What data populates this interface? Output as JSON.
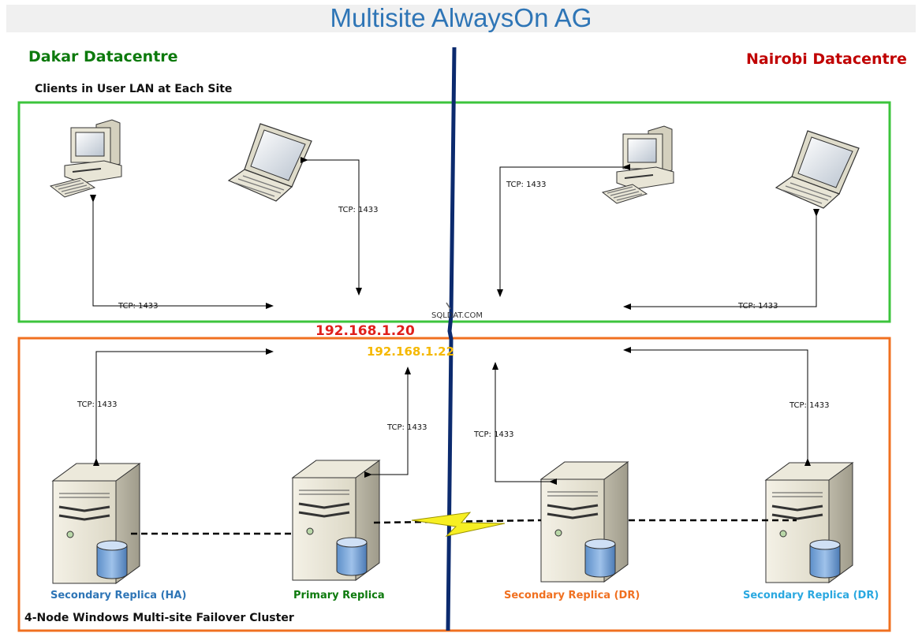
{
  "title": "Multisite AlwaysOn AG",
  "sites": {
    "left": "Dakar Datacentre",
    "right": "Nairobi Datacentre"
  },
  "clients_label": "Clients in User LAN at Each Site",
  "cluster_label": "4-Node Windows Multi-site Failover Cluster",
  "tcp_label": "TCP: 1433",
  "listener_ips": {
    "primary": "192.168.1.20",
    "secondary": "192.168.1.22"
  },
  "watermark": "SQLDAT.COM",
  "replicas": {
    "secondary_ha": "Secondary Replica (HA)",
    "primary": "Primary Replica",
    "secondary_dr_1": "Secondary Replica (DR)",
    "secondary_dr_2": "Secondary Replica (DR)"
  },
  "colors": {
    "title": "#2e75b6",
    "site_left": "#0d7a0d",
    "site_right": "#c00000",
    "client_box": "#3cc43c",
    "cluster_box": "#f07020",
    "divider": "#0b2a6e",
    "ip_primary": "#e0201c",
    "ip_secondary": "#f5b800",
    "replica_ha": "#2e75b6",
    "replica_primary": "#0d7a0d",
    "replica_dr_1": "#f07020",
    "replica_dr_2": "#2aa8e0"
  },
  "icons": [
    "desktop-computer-icon",
    "laptop-icon",
    "server-icon",
    "database-icon",
    "lightning-bolt-icon"
  ]
}
